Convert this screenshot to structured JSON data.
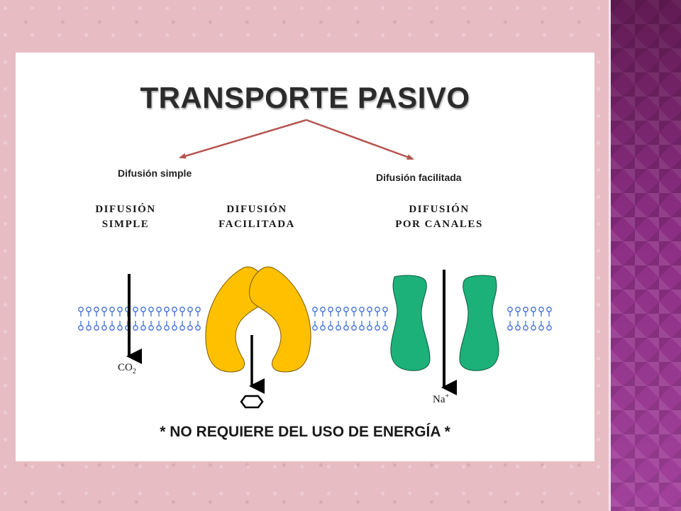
{
  "title": "TRANSPORTE PASIVO",
  "branches": {
    "left": "Difusión simple",
    "right": "Difusión facilitada"
  },
  "mechanisms": [
    {
      "line1": "DIFUSIÓN",
      "line2": "SIMPLE"
    },
    {
      "line1": "DIFUSIÓN",
      "line2": "FACILITADA"
    },
    {
      "line1": "DIFUSIÓN",
      "line2": "POR CANALES"
    }
  ],
  "molecules": {
    "co2_base": "CO",
    "co2_sub": "2",
    "na_base": "Na",
    "na_sup": "+"
  },
  "footer": "* NO REQUIERE DEL USO DE ENERGÍA *",
  "colors": {
    "branch_arrow": "#b5554f",
    "carrier_protein": "#ffc000",
    "channel_protein": "#1db17a",
    "membrane": "#3d6fd6",
    "side_panel": "#8e2f86"
  }
}
